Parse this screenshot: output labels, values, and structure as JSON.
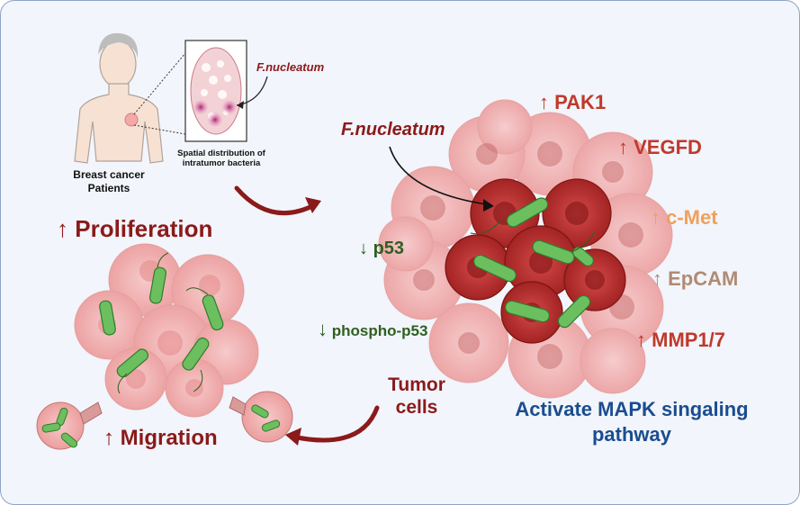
{
  "patient": {
    "caption_line1": "Breast cancer",
    "caption_line2": "Patients",
    "bacteria_label": "F.nucleatum",
    "spatial_line1": "Spatial distribution of",
    "spatial_line2": "intratumor bacteria"
  },
  "tumor": {
    "bacteria_label": "F.nucleatum",
    "cells_line1": "Tumor",
    "cells_line2": "cells",
    "pathway_line1": "Activate MAPK singaling",
    "pathway_line2": "pathway"
  },
  "upregulated": [
    {
      "label": "PAK1",
      "color": "#c0392b"
    },
    {
      "label": "VEGFD",
      "color": "#c0392b"
    },
    {
      "label": "c-Met",
      "color": "#f0a05a"
    },
    {
      "label": "EpCAM",
      "color": "#b08a74"
    },
    {
      "label": "MMP1/7",
      "color": "#c0392b"
    }
  ],
  "downregulated": [
    {
      "label": "p53",
      "color": "#2f5f22"
    },
    {
      "label": "phospho-p53",
      "color": "#2f5f22"
    }
  ],
  "phenotypes": {
    "proliferation": "Proliferation",
    "migration": "Migration"
  },
  "colors": {
    "dark_red": "#8b1a1a",
    "pathway_blue": "#1a4d8f",
    "bacteria_green": "#5fb35a",
    "tumor_pink": "#f2a7a7",
    "tumor_dark": "#b52a2a"
  }
}
